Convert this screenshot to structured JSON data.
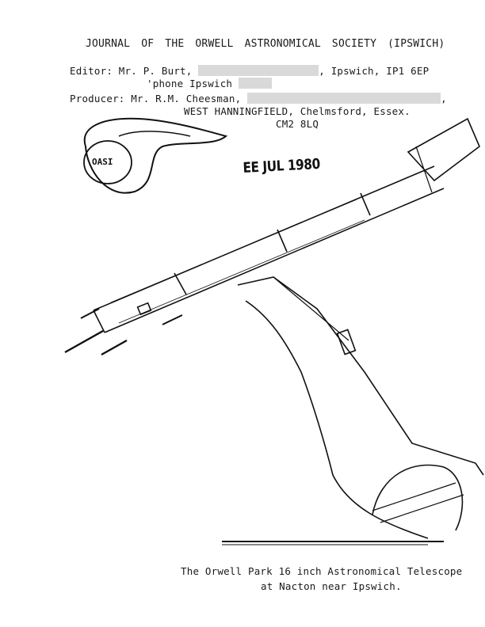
{
  "header": {
    "masthead": "JOURNAL OF THE ORWELL ASTRONOMICAL SOCIETY (IPSWICH)",
    "editor_label": "Editor: Mr. P. Burt,",
    "editor_town": ", Ipswich, IP1 6EP",
    "phone_label": "'phone Ipswich",
    "producer_label": "Producer: Mr. R.M. Cheesman,",
    "producer_end": ",",
    "address": "WEST HANNINGFIELD, Chelmsford, Essex.",
    "postcode": "CM2 8LQ"
  },
  "logo": {
    "label": "OASI"
  },
  "stamp": {
    "text": "EE JUL 1980"
  },
  "caption": {
    "line1": "The Orwell Park 16 inch Astronomical Telescope",
    "line2": "at Nacton near Ipswich."
  }
}
